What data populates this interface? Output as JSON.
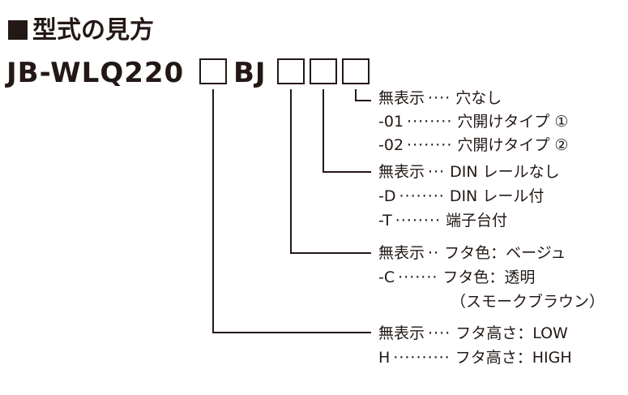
{
  "title": "型式の見方",
  "model": {
    "prefix": "JB-WLQ220",
    "mid": "BJ"
  },
  "options": {
    "g4": [
      {
        "code": "無表示",
        "dots": "····",
        "desc": "穴なし"
      },
      {
        "code": "-01",
        "dots": "········",
        "desc": "穴開けタイプ ①"
      },
      {
        "code": "-02",
        "dots": "········",
        "desc": "穴開けタイプ ②"
      }
    ],
    "g3": [
      {
        "code": "無表示",
        "dots": "···",
        "desc": "DIN レールなし"
      },
      {
        "code": "-D",
        "dots": "········",
        "desc": "DIN レール付"
      },
      {
        "code": "-T",
        "dots": "········",
        "desc": "端子台付"
      }
    ],
    "g2": [
      {
        "code": "無表示",
        "dots": "··",
        "desc": "フタ色：ベージュ"
      },
      {
        "code": "-C",
        "dots": "·······",
        "desc": "フタ色：透明"
      },
      {
        "code": "",
        "dots": "",
        "desc": "（スモークブラウン）"
      }
    ],
    "g1": [
      {
        "code": "無表示",
        "dots": "····",
        "desc": "フタ高さ：LOW"
      },
      {
        "code": "H",
        "dots": "··········",
        "desc": "フタ高さ：HIGH"
      }
    ]
  }
}
